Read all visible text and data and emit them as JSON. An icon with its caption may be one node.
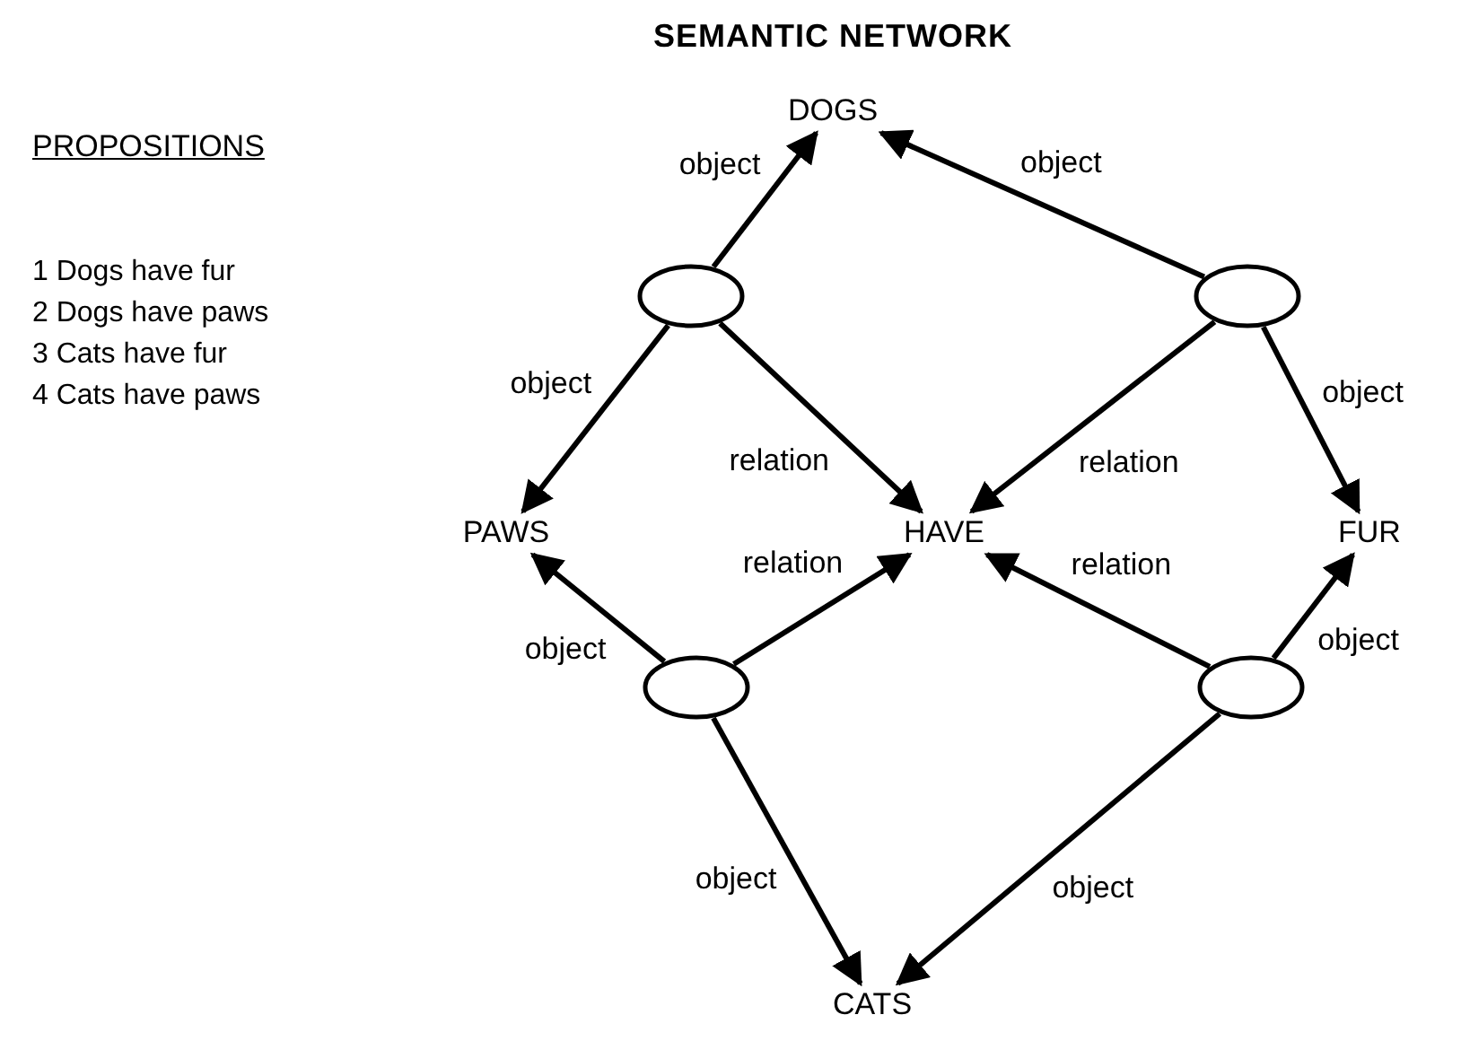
{
  "diagram": {
    "title": "SEMANTIC NETWORK",
    "nodes": [
      {
        "text": [
          "DOGS"
        ]
      },
      {
        "text": [],
        "shape": "ellipse"
      },
      {
        "text": [],
        "shape": "ellipse"
      },
      {
        "text": [
          "PAWS"
        ]
      },
      {
        "text": [
          "HAVE"
        ]
      },
      {
        "text": [
          "FUR"
        ]
      },
      {
        "text": [],
        "shape": "ellipse"
      },
      {
        "text": [],
        "shape": "ellipse"
      },
      {
        "text": [
          "CATS"
        ]
      }
    ],
    "edges": [
      {
        "from": 1,
        "to": 0,
        "arrow": "to",
        "label": "object"
      },
      {
        "from": 1,
        "to": 3,
        "arrow": "to",
        "label": "object"
      },
      {
        "from": 1,
        "to": 4,
        "arrow": "to",
        "label": "relation"
      },
      {
        "from": 2,
        "to": 0,
        "arrow": "to",
        "label": "object"
      },
      {
        "from": 2,
        "to": 4,
        "arrow": "to",
        "label": "relation"
      },
      {
        "from": 2,
        "to": 5,
        "arrow": "to",
        "label": "object"
      },
      {
        "from": 6,
        "to": 3,
        "arrow": "to",
        "label": "object"
      },
      {
        "from": 6,
        "to": 4,
        "arrow": "to",
        "label": "relation"
      },
      {
        "from": 6,
        "to": 8,
        "arrow": "to",
        "label": "object"
      },
      {
        "from": 7,
        "to": 4,
        "arrow": "to",
        "label": "relation"
      },
      {
        "from": 7,
        "to": 5,
        "arrow": "to",
        "label": "object"
      },
      {
        "from": 7,
        "to": 8,
        "arrow": "to",
        "label": "object"
      }
    ],
    "labels": [
      "PROPOSITIONS",
      "1 Dogs have fur",
      "2 Dogs have paws",
      "3 Cats have fur",
      "4 Cats have paws"
    ]
  }
}
